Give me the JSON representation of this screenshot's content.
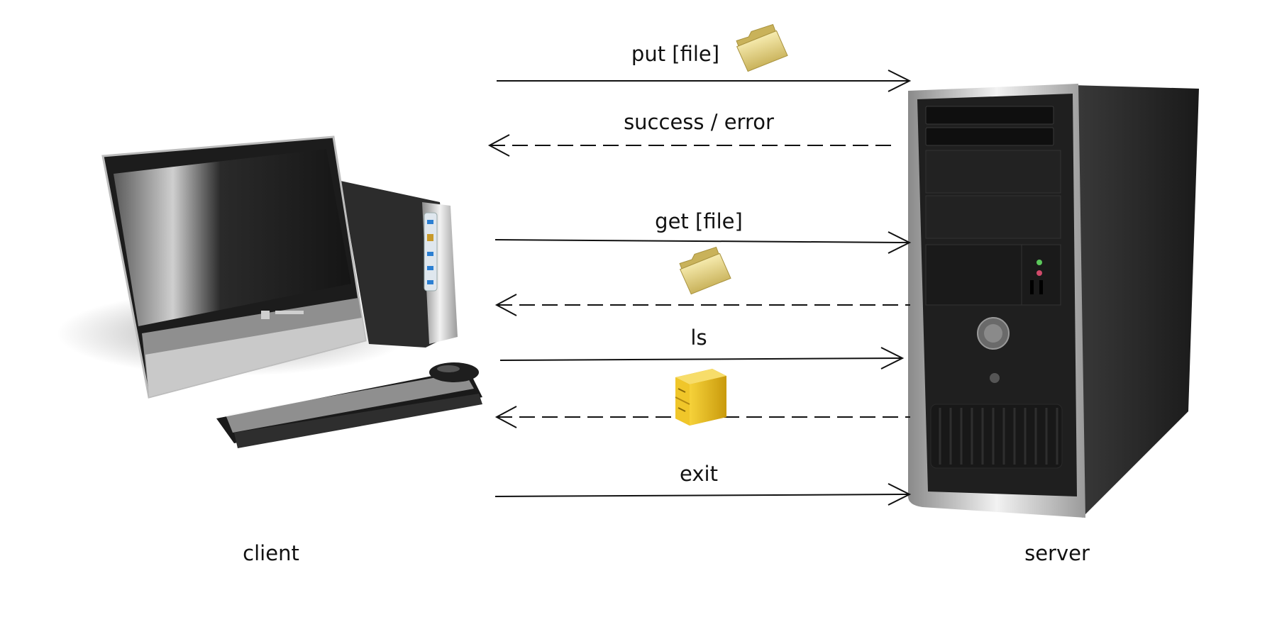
{
  "nodes": {
    "client": "client",
    "server": "server"
  },
  "messages": [
    {
      "text": "put [file]",
      "direction": "to-server",
      "style": "solid",
      "icon": "folder-icon"
    },
    {
      "text": "success / error",
      "direction": "to-client",
      "style": "dashed",
      "icon": ""
    },
    {
      "text": "get [file]",
      "direction": "to-server",
      "style": "solid",
      "icon": ""
    },
    {
      "text": "",
      "direction": "to-client",
      "style": "dashed",
      "icon": "folder-icon"
    },
    {
      "text": "ls",
      "direction": "to-server",
      "style": "solid",
      "icon": ""
    },
    {
      "text": "",
      "direction": "to-client",
      "style": "dashed",
      "icon": "file-cabinet-icon"
    },
    {
      "text": "exit",
      "direction": "to-server",
      "style": "solid",
      "icon": ""
    }
  ],
  "colors": {
    "line": "#111111",
    "folder": "#e8d98a",
    "cabinet": "#f2c318"
  }
}
